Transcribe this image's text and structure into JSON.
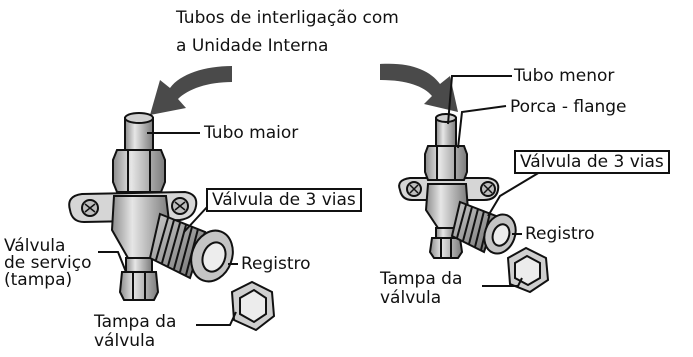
{
  "header": {
    "line1": "Tubos de interligação com",
    "line2": "a Unidade Interna"
  },
  "left_valve": {
    "tubo_maior": "Tubo maior",
    "valvula_3_vias": "Válvula de 3 vias",
    "valvula_servico": "Válvula\nde serviço\n(tampa)",
    "registro": "Registro",
    "tampa_valvula": "Tampa da\nválvula"
  },
  "right_valve": {
    "tubo_menor": "Tubo menor",
    "porca_flange": "Porca - flange",
    "valvula_3_vias": "Válvula de 3 vias",
    "registro": "Registro",
    "tampa_valvula": "Tampa da\nválvula"
  },
  "colors": {
    "metal_light": "#d9d9d9",
    "metal_mid": "#a9a9a9",
    "metal_dark": "#6e6e6e",
    "arrow": "#4a4a4a",
    "line": "#111111"
  }
}
